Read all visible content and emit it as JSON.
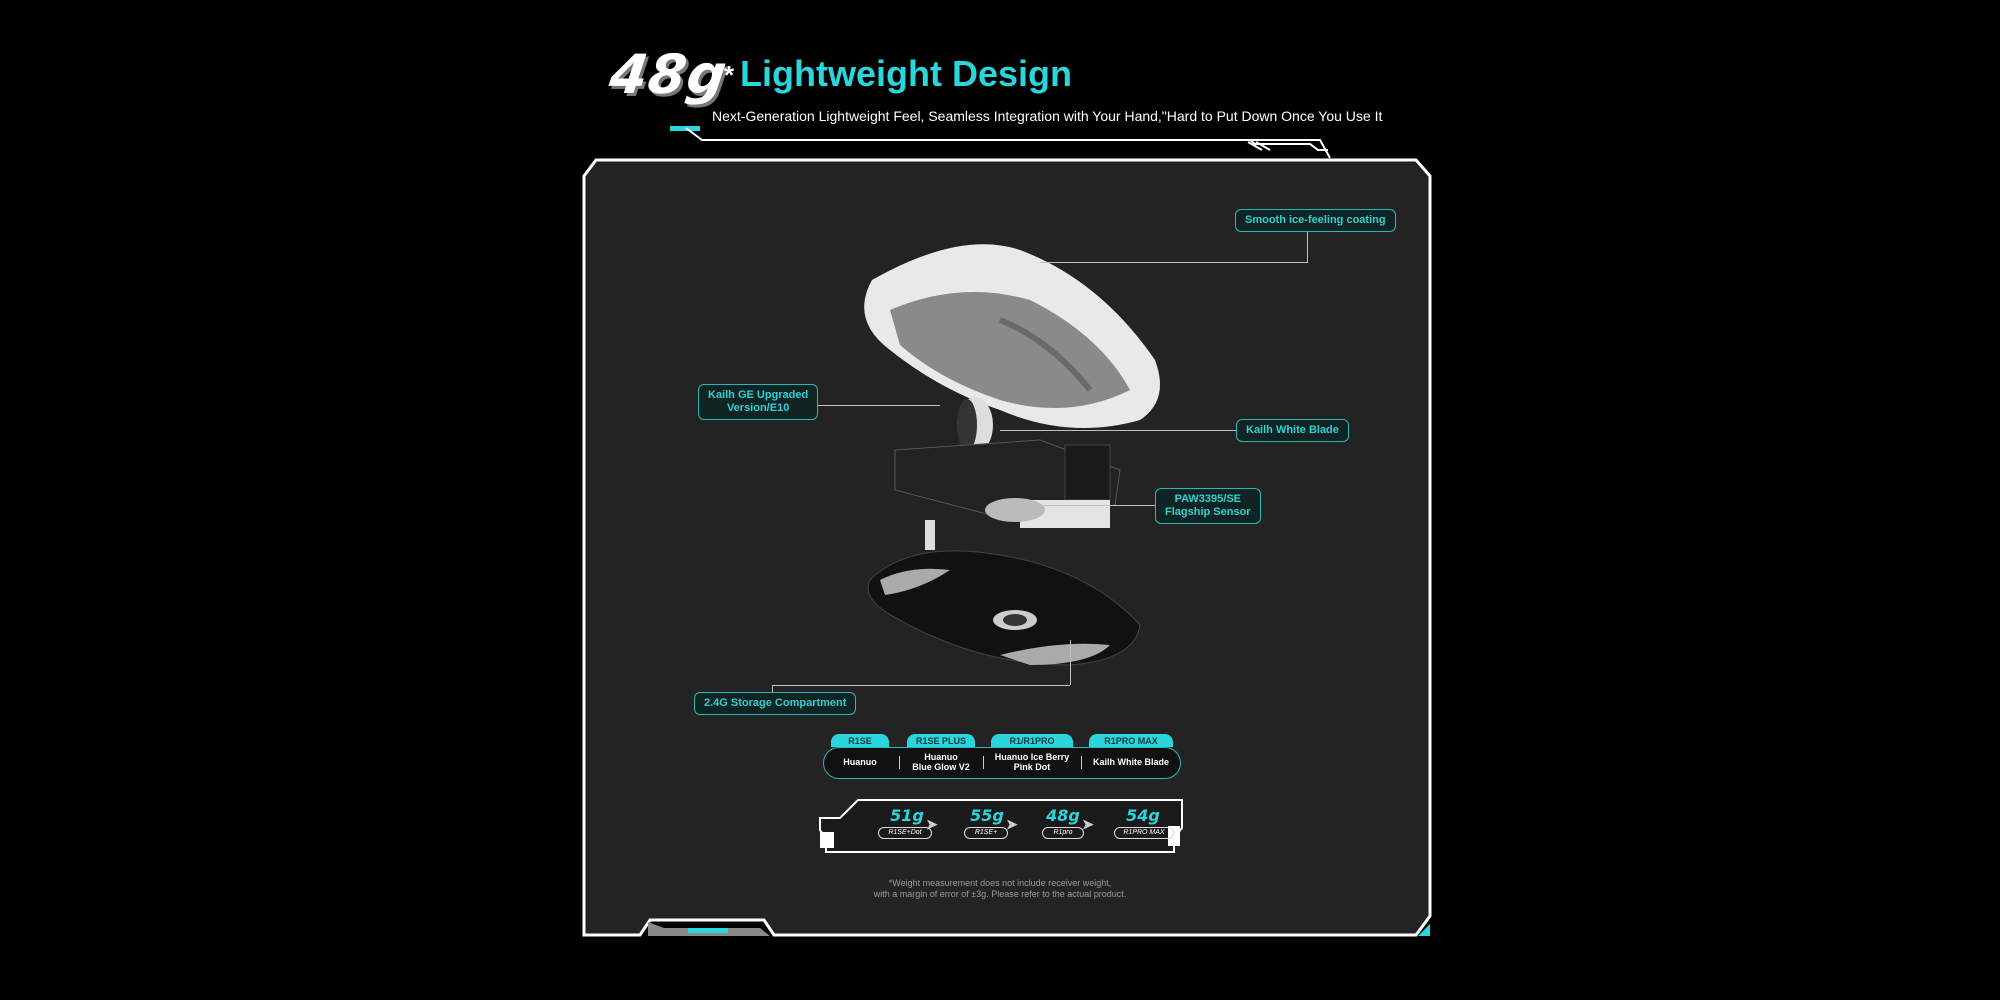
{
  "header": {
    "weight": "48g",
    "asterisk": "*",
    "title": "Lightweight Design",
    "subtitle": "Next-Generation Lightweight Feel, Seamless Integration with Your Hand,\"Hard to Put Down Once You Use It"
  },
  "callouts": {
    "coating": "Smooth ice-feeling coating",
    "encoder_line1": "Kailh GE Upgraded",
    "encoder_line2": "Version/E10",
    "switch": "Kailh White Blade",
    "sensor_line1": "PAW3395/SE",
    "sensor_line2": "Flagship Sensor",
    "storage": "2.4G Storage Compartment"
  },
  "comparison": {
    "models": [
      {
        "tab": "R1SE",
        "line1": "Huanuo",
        "line2": ""
      },
      {
        "tab": "R1SE PLUS",
        "line1": "Huanuo",
        "line2": "Blue Glow V2"
      },
      {
        "tab": "R1/R1PRO",
        "line1": "Huanuo Ice Berry",
        "line2": "Pink Dot"
      },
      {
        "tab": "R1PRO MAX",
        "line1": "Kailh White Blade",
        "line2": ""
      }
    ]
  },
  "weights": [
    {
      "value": "51g",
      "label": "R1SE+Dot"
    },
    {
      "value": "55g",
      "label": "R1SE+"
    },
    {
      "value": "48g",
      "label": "R1pro"
    },
    {
      "value": "54g",
      "label": "R1PRO MAX"
    }
  ],
  "weights_arrow": "➤",
  "footnote": {
    "line1": "*Weight measurement does not include receiver weight,",
    "line2": "with a margin of error of ±3g. Please refer to the actual product."
  },
  "colors": {
    "accent": "#2ad5dc",
    "panel_bg": "#232323",
    "page_bg": "#000000"
  }
}
